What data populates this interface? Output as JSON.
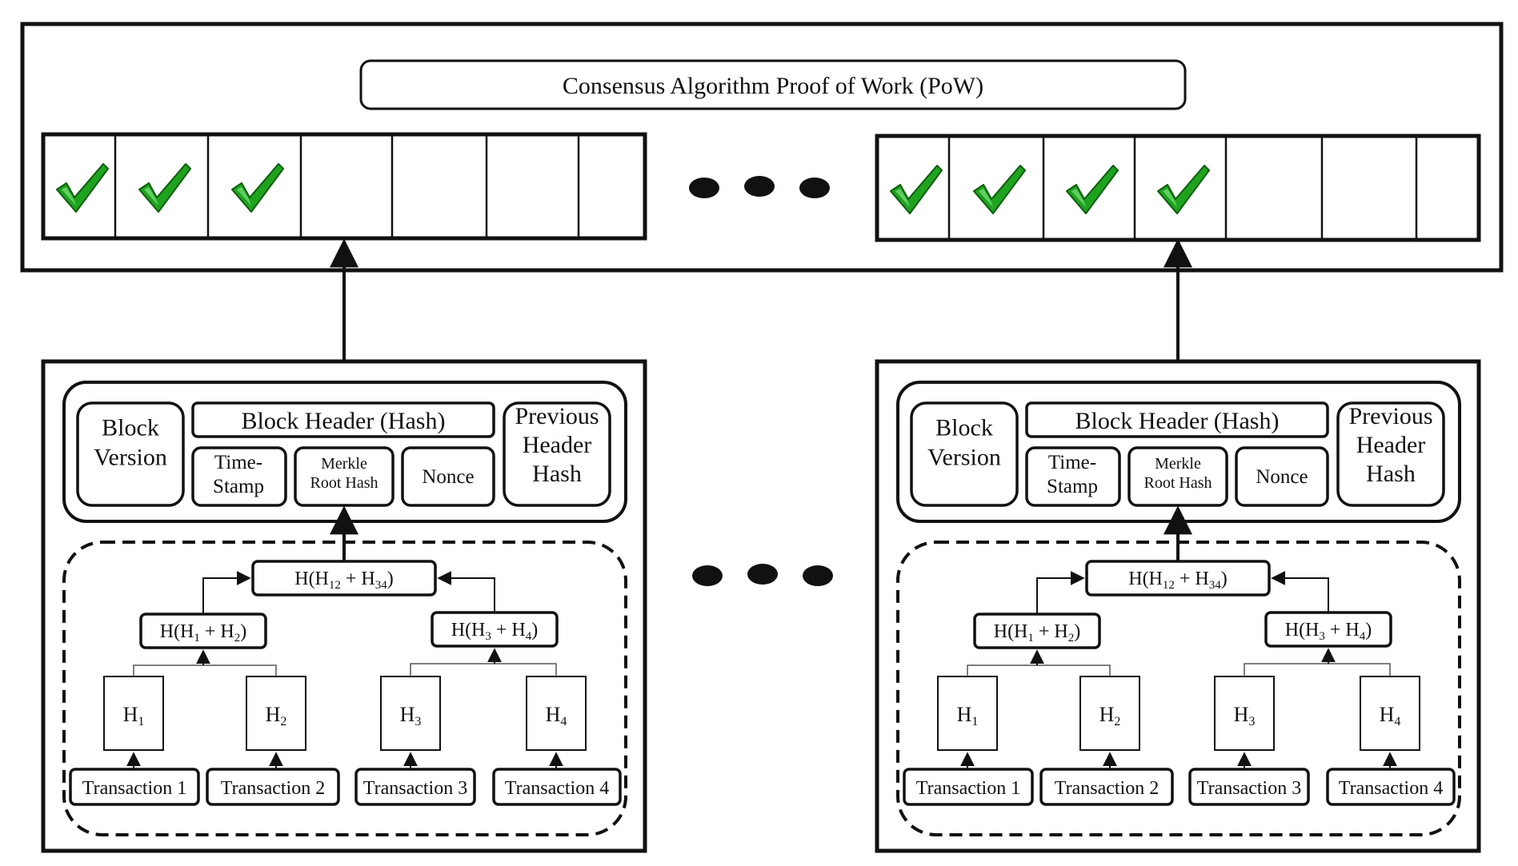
{
  "consensus": {
    "title": "Consensus Algorithm  Proof of Work (PoW)"
  },
  "chains": [
    {
      "cells": 7,
      "verified": 3
    },
    {
      "cells": 7,
      "verified": 4
    }
  ],
  "blocks": [
    {
      "header": {
        "block_version": [
          "Block",
          "Version"
        ],
        "block_header": "Block Header (Hash)",
        "timestamp": [
          "Time-",
          "Stamp"
        ],
        "merkle": [
          "Merkle",
          "Root Hash"
        ],
        "nonce": "Nonce",
        "previous": [
          "Previous",
          "Header",
          "Hash"
        ]
      },
      "merkle_tree": {
        "root": {
          "text": "H(H",
          "sub1": "12",
          "mid": " + H",
          "sub2": "34",
          "end": ")"
        },
        "left": {
          "text": "H(H",
          "sub1": "1",
          "mid": " + H",
          "sub2": "2",
          "end": ")"
        },
        "right": {
          "text": "H(H",
          "sub1": "3",
          "mid": " + H",
          "sub2": "4",
          "end": ")"
        },
        "leaves": [
          {
            "text": "H",
            "sub": "1"
          },
          {
            "text": "H",
            "sub": "2"
          },
          {
            "text": "H",
            "sub": "3"
          },
          {
            "text": "H",
            "sub": "4"
          }
        ]
      },
      "transactions": [
        "Transaction 1",
        "Transaction 2",
        "Transaction 3",
        "Transaction 4"
      ]
    },
    {
      "header": {
        "block_version": [
          "Block",
          "Version"
        ],
        "block_header": "Block Header (Hash)",
        "timestamp": [
          "Time-",
          "Stamp"
        ],
        "merkle": [
          "Merkle",
          "Root Hash"
        ],
        "nonce": "Nonce",
        "previous": [
          "Previous",
          "Header",
          "Hash"
        ]
      },
      "merkle_tree": {
        "root": {
          "text": "H(H",
          "sub1": "12",
          "mid": " + H",
          "sub2": "34",
          "end": ")"
        },
        "left": {
          "text": "H(H",
          "sub1": "1",
          "mid": " + H",
          "sub2": "2",
          "end": ")"
        },
        "right": {
          "text": "H(H",
          "sub1": "3",
          "mid": " + H",
          "sub2": "4",
          "end": ")"
        },
        "leaves": [
          {
            "text": "H",
            "sub": "1"
          },
          {
            "text": "H",
            "sub": "2"
          },
          {
            "text": "H",
            "sub": "3"
          },
          {
            "text": "H",
            "sub": "4"
          }
        ]
      },
      "transactions": [
        "Transaction 1",
        "Transaction 2",
        "Transaction 3",
        "Transaction 4"
      ]
    }
  ],
  "colors": {
    "stroke": "#111111",
    "check_fill": "#1fa31f",
    "check_dark": "#0b5e0b",
    "background": "#ffffff"
  },
  "icons": {
    "check": "checkmark-icon",
    "ellipsis": "ellipsis-dots"
  }
}
